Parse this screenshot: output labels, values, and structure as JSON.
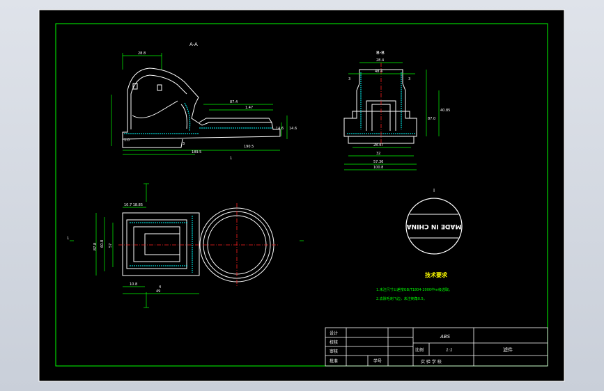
{
  "colors": {
    "background": "#dfe3ea",
    "canvas": "#000000",
    "border": "#ffffff",
    "frame": "#00ff00",
    "outline": "#ffffff",
    "centerline": "#ff2020",
    "dimension": "#00ff00",
    "text": "#ffffff",
    "note": "#ffff00",
    "hidden": "#00ffff"
  },
  "views": {
    "section_a_label": "A-A",
    "section_b_label": "B-B",
    "detail_label": "I"
  },
  "dims": {
    "a1": "28.8",
    "a2": "87.4",
    "a3": "1.47",
    "a4": "14.6",
    "a5": "14.6",
    "a6": "189.5",
    "a7": "1.0",
    "a8": "3",
    "a9": "190.5",
    "a10": "1",
    "b1": "28.4",
    "b2": "48.4",
    "b3": "3",
    "b4": "3",
    "b5": "87.0",
    "b6": "40.85",
    "b7": "28.47",
    "b8": "32",
    "b9": "57.36",
    "b10": "100.8",
    "c1": "10.7 18.85",
    "c2": "87.8",
    "c3": "60.8",
    "c4": "57",
    "c5": "1",
    "c6": "10.8",
    "c7": "4",
    "c8": "49"
  },
  "stamp_text": "MADE IN CHINA",
  "notes": {
    "title": "技术要求",
    "line1": "1.未注尺寸公差按GB/T1804-2000中m级选取。",
    "line2": "2.去除毛刺飞边，未注倒角0.5。"
  },
  "title_block": {
    "material": "ABS",
    "part_name": "滤件",
    "scale_label": "比例",
    "scale_value": "1:1",
    "row_design": "设计",
    "row_check": "校核",
    "row_review": "审核",
    "row_approve": "批准",
    "student_id": "学号",
    "school": "实 验 学 校"
  }
}
